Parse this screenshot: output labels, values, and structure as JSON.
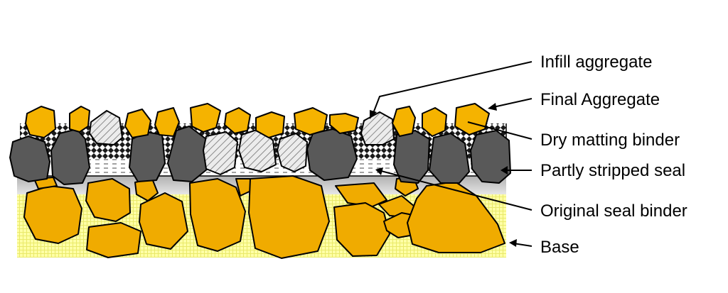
{
  "labels": {
    "infill": "Infill aggregate",
    "final": "Final Aggregate",
    "dry": "Dry matting binder",
    "partly": "Partly stripped seal",
    "original": "Original seal binder",
    "base": "Base"
  },
  "colors": {
    "aggregate": "#f5b300",
    "base_aggregate": "#f0ab00",
    "dark_stone": "#595959",
    "hatched_stone": "#e4e4e4",
    "base_fill": "#ffff99",
    "original_binder": "#b8b8b8",
    "outline": "#000000"
  }
}
